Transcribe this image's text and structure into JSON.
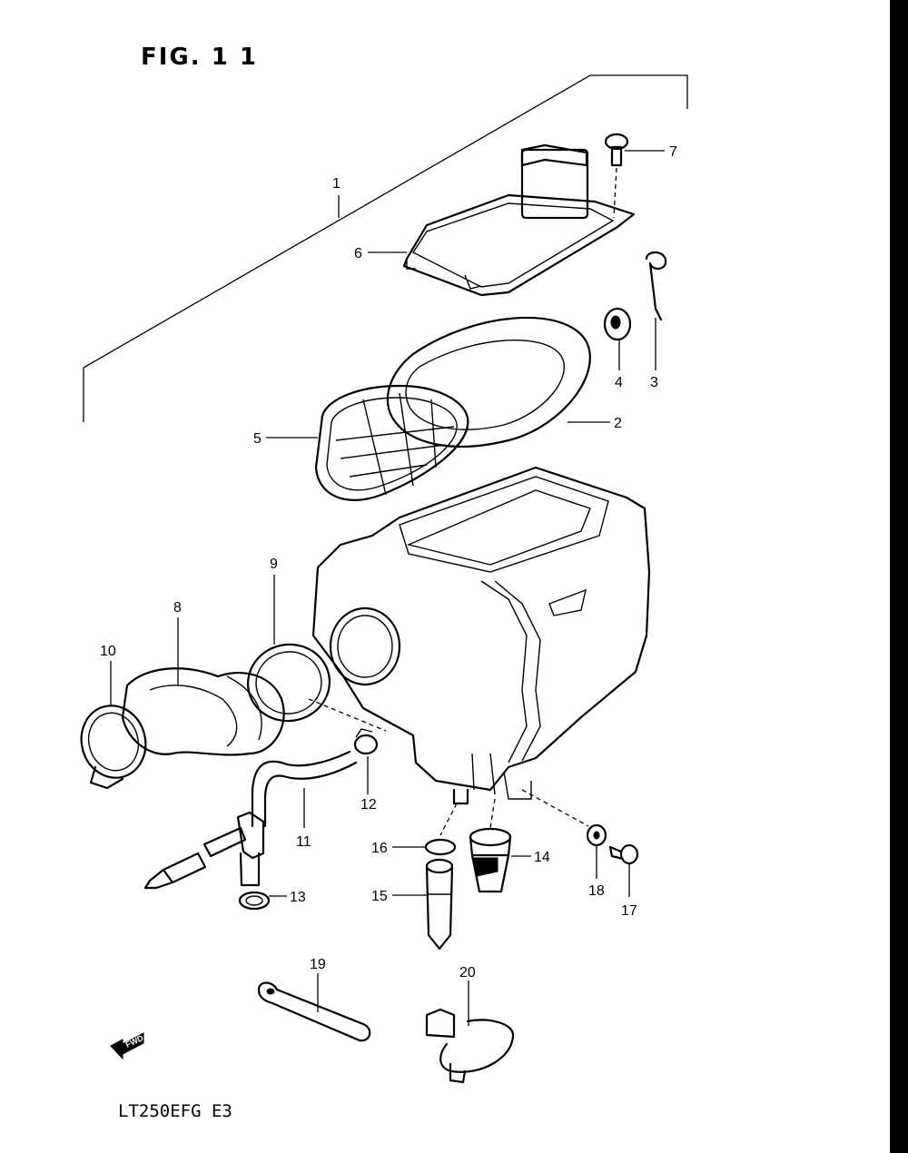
{
  "figure": {
    "title": "FIG. 1 1"
  },
  "model_code": "LT250EFG  E3",
  "fwd_label": "FWD",
  "callouts": [
    "1",
    "2",
    "3",
    "4",
    "5",
    "6",
    "7",
    "8",
    "9",
    "10",
    "11",
    "12",
    "13",
    "14",
    "15",
    "16",
    "17",
    "18",
    "19",
    "20"
  ]
}
